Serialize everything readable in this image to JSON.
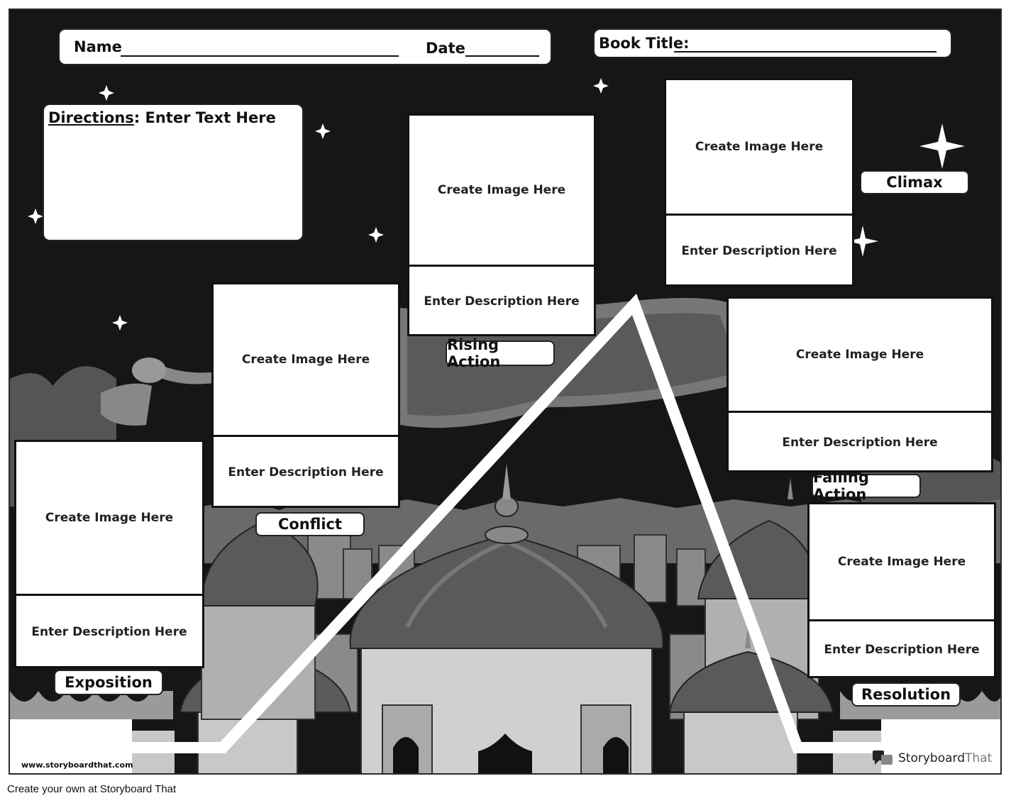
{
  "header": {
    "name_label": "Name",
    "date_label": "Date",
    "book_title_label": "Book Title:"
  },
  "directions": {
    "heading": "Directions",
    "text": ": Enter Text Here"
  },
  "cells": [
    {
      "id": "exposition",
      "label": "Exposition",
      "image_text": "Create Image Here",
      "desc_text": "Enter Description Here"
    },
    {
      "id": "conflict",
      "label": "Conflict",
      "image_text": "Create Image Here",
      "desc_text": "Enter Description Here"
    },
    {
      "id": "rising-action",
      "label": "Rising Action",
      "image_text": "Create Image Here",
      "desc_text": "Enter Description Here"
    },
    {
      "id": "climax",
      "label": "Climax",
      "image_text": "Create Image Here",
      "desc_text": "Enter Description Here"
    },
    {
      "id": "falling-action",
      "label": "Falling Action",
      "image_text": "Create Image Here",
      "desc_text": "Enter Description Here"
    },
    {
      "id": "resolution",
      "label": "Resolution",
      "image_text": "Create Image Here",
      "desc_text": "Enter Description Here"
    }
  ],
  "footer": {
    "url": "www.storyboardthat.com",
    "brand_bold": "Storyboard",
    "brand_light": "That",
    "caption": "Create your own at Storyboard That"
  },
  "colors": {
    "sky": "#161616",
    "dome_dark": "#5a5a5a",
    "dome_mid": "#7a7a7a",
    "wall": "#c8c8c8",
    "arc": "#ffffff"
  },
  "icons": [
    "star-icon",
    "storyboardthat-logo-icon"
  ]
}
